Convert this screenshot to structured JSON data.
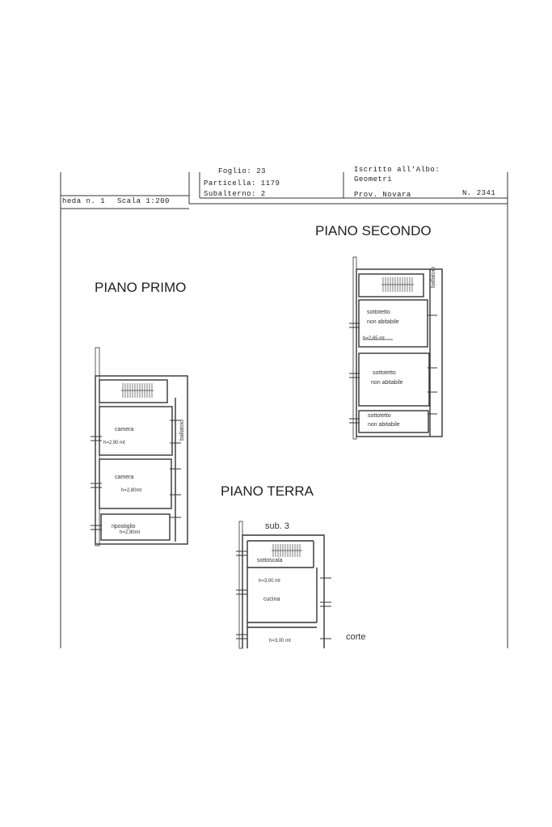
{
  "header": {
    "foglio_label": "Foglio: 23",
    "particella_label": "Particella: 1179",
    "subalterno_label": "Subalterno: 2",
    "iscritto_label": "Iscritto all'Albo:",
    "geometri_label": "Geometri",
    "prov_label": "Prov. Novara",
    "numero_label": "N. 2341",
    "scheda_label": "heda n. 1",
    "scala_label": "Scala 1:200"
  },
  "floors": {
    "piano_secondo": {
      "title": "PIANO SECONDO",
      "ballatoio": "ballatoio",
      "room1": "sottotetto",
      "room1b": "non abitabile",
      "room1_h": "h=2,65 mt",
      "room2": "sottotetto",
      "room2b": "non abitabile",
      "room3": "sottotetto",
      "room3b": "non abitabile"
    },
    "piano_primo": {
      "title": "PIANO PRIMO",
      "ballatoio": "ballatoio",
      "room1": "camera",
      "room1_h": "h=2,90 mt",
      "room2": "camera",
      "room2_h": "h=2,80mt",
      "room3": "ripostiglio",
      "room3_h": "h=2,90mt"
    },
    "piano_terra": {
      "title": "PIANO TERRA",
      "sub": "sub. 3",
      "room1": "sottoscala",
      "room2_h": "h=3,00 mt",
      "room2": "cucina",
      "room3_h": "h=3,00 mt",
      "corte": "corte"
    }
  }
}
